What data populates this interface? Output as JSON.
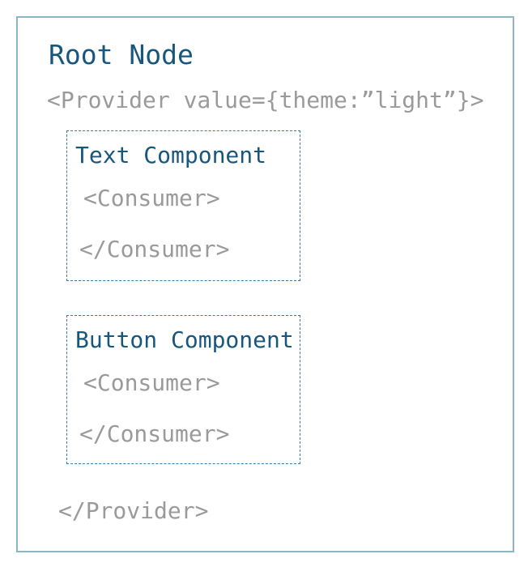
{
  "diagram": {
    "root": {
      "title": "Root Node",
      "provider_open": "<Provider value={theme:”light”}>",
      "provider_close": "</Provider>"
    },
    "components": [
      {
        "title": "Text Component",
        "consumer_open": "<Consumer>",
        "consumer_close": "</Consumer>"
      },
      {
        "title": "Button Component",
        "consumer_open": "<Consumer>",
        "consumer_close": "</Consumer>"
      }
    ],
    "colors": {
      "heading_text": "#17567d",
      "code_text": "#9a9a9a",
      "root_border": "#8db6c5",
      "component_border": "#4279a3",
      "page_bg": "#ffffff"
    }
  }
}
